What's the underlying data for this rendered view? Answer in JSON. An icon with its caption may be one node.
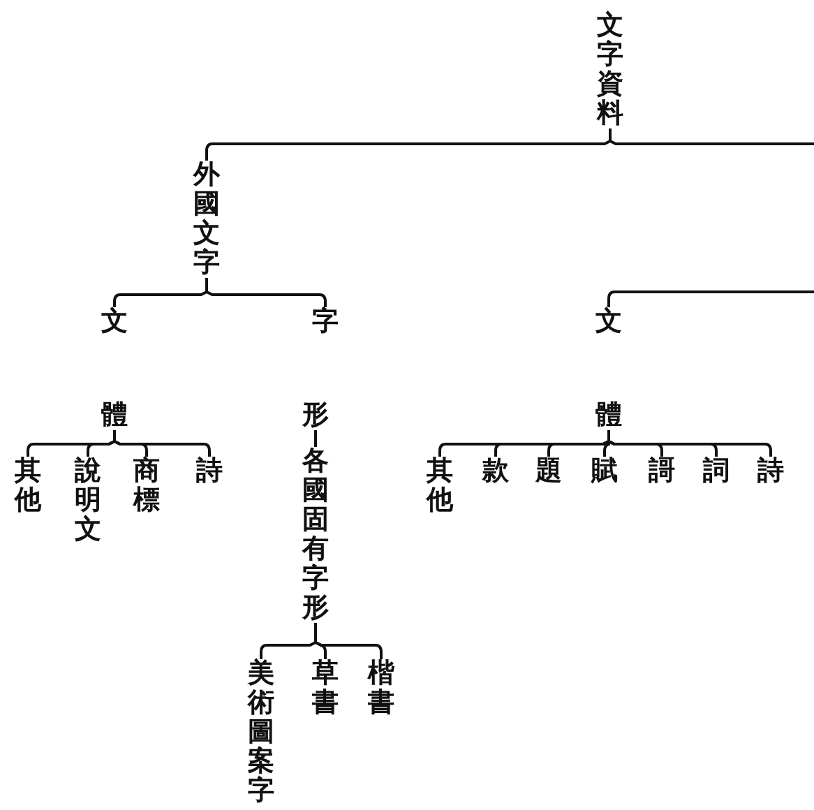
{
  "diagram": {
    "nodes": [
      {
        "text": [
          "文字資料"
        ]
      },
      {
        "text": [
          "外國文字"
        ]
      },
      {
        "text": [
          "文"
        ]
      },
      {
        "text": [
          "字"
        ]
      },
      {
        "text": [
          "體"
        ]
      },
      {
        "text": [
          "其他"
        ]
      },
      {
        "text": [
          "說明文"
        ]
      },
      {
        "text": [
          "商標"
        ]
      },
      {
        "text": [
          "詩"
        ]
      },
      {
        "text": [
          "形"
        ]
      },
      {
        "text": [
          "各國固有字形"
        ]
      },
      {
        "text": [
          "美術圖案字"
        ]
      },
      {
        "text": [
          "草書"
        ]
      },
      {
        "text": [
          "楷書"
        ]
      },
      {
        "text": [
          "文"
        ]
      },
      {
        "text": [
          "體"
        ]
      },
      {
        "text": [
          "其他"
        ]
      },
      {
        "text": [
          "款"
        ]
      },
      {
        "text": [
          "題"
        ]
      },
      {
        "text": [
          "賦"
        ]
      },
      {
        "text": [
          "謌"
        ]
      },
      {
        "text": [
          "詞"
        ]
      },
      {
        "text": [
          "詩"
        ]
      }
    ],
    "edges": [
      {
        "from": 0,
        "to": 1,
        "arrow": "none"
      },
      {
        "from": 0,
        "to": null,
        "arrow": "none"
      },
      {
        "from": 1,
        "to": 2,
        "arrow": "none"
      },
      {
        "from": 1,
        "to": 3,
        "arrow": "none"
      },
      {
        "from": 4,
        "to": 5,
        "arrow": "none"
      },
      {
        "from": 4,
        "to": 6,
        "arrow": "none"
      },
      {
        "from": 4,
        "to": 7,
        "arrow": "none"
      },
      {
        "from": 4,
        "to": 8,
        "arrow": "none"
      },
      {
        "from": 9,
        "to": 10,
        "arrow": "none"
      },
      {
        "from": 10,
        "to": 11,
        "arrow": "none"
      },
      {
        "from": 10,
        "to": 12,
        "arrow": "none"
      },
      {
        "from": 10,
        "to": 13,
        "arrow": "none"
      },
      {
        "from": null,
        "to": 14,
        "arrow": "none"
      },
      {
        "from": 15,
        "to": 16,
        "arrow": "none"
      },
      {
        "from": 15,
        "to": 17,
        "arrow": "none"
      },
      {
        "from": 15,
        "to": 18,
        "arrow": "none"
      },
      {
        "from": 15,
        "to": 19,
        "arrow": "none"
      },
      {
        "from": 15,
        "to": 20,
        "arrow": "none"
      },
      {
        "from": 15,
        "to": 21,
        "arrow": "none"
      },
      {
        "from": 15,
        "to": 22,
        "arrow": "none"
      }
    ]
  }
}
